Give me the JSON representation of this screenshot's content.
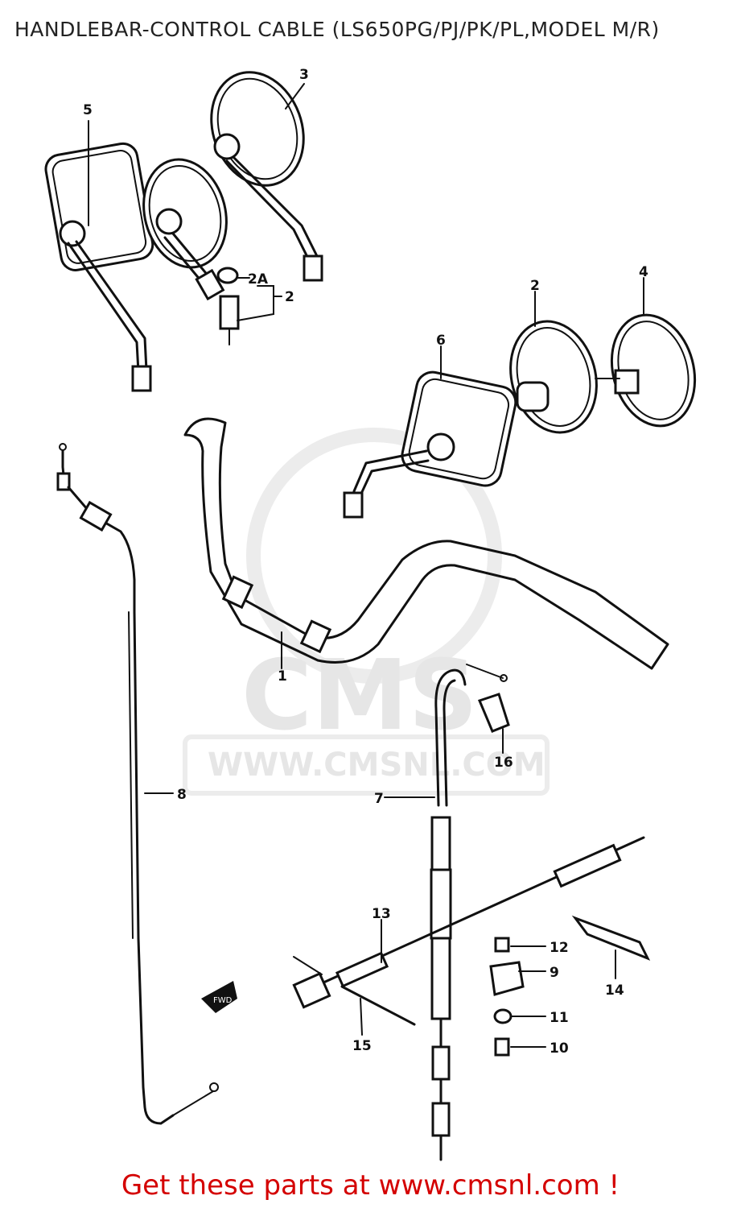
{
  "page": {
    "title": "HANDLEBAR-CONTROL CABLE (LS650PG/PJ/PK/PL,MODEL M/R)",
    "footer": "Get these parts at www.cmsnl.com !"
  },
  "watermark": {
    "logo_text": "CMS",
    "url": "WWW.CMSNL.COM"
  },
  "callouts": [
    {
      "id": "1",
      "label": "1",
      "part": "handlebar"
    },
    {
      "id": "2",
      "label": "2",
      "part": "mirror-right-small"
    },
    {
      "id": "2a",
      "label": "2A",
      "part": "mirror-nut"
    },
    {
      "id": "2b",
      "label": "2",
      "part": "mirror-round-center"
    },
    {
      "id": "3",
      "label": "3",
      "part": "mirror-round-top"
    },
    {
      "id": "4",
      "label": "4",
      "part": "mirror-round-right"
    },
    {
      "id": "5",
      "label": "5",
      "part": "mirror-rect-left"
    },
    {
      "id": "6",
      "label": "6",
      "part": "mirror-rect-right"
    },
    {
      "id": "7",
      "label": "7",
      "part": "throttle-cable"
    },
    {
      "id": "8",
      "label": "8",
      "part": "clutch-cable"
    },
    {
      "id": "9",
      "label": "9",
      "part": "bracket"
    },
    {
      "id": "10",
      "label": "10",
      "part": "bolt"
    },
    {
      "id": "11",
      "label": "11",
      "part": "washer"
    },
    {
      "id": "12",
      "label": "12",
      "part": "nut"
    },
    {
      "id": "13",
      "label": "13",
      "part": "brake-cable"
    },
    {
      "id": "14",
      "label": "14",
      "part": "clamp"
    },
    {
      "id": "15",
      "label": "15",
      "part": "rod"
    },
    {
      "id": "16",
      "label": "16",
      "part": "cap"
    }
  ],
  "fwd_arrow_label": "FWD"
}
